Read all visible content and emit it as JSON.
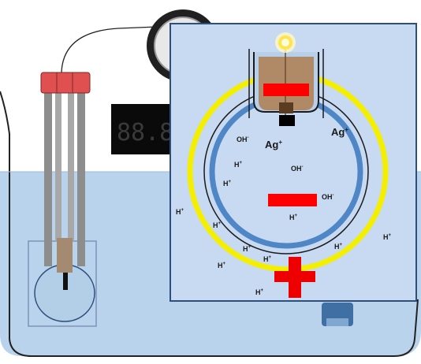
{
  "display": {
    "reading": "88.8"
  },
  "ions": {
    "silver": {
      "base": "Ag",
      "charge": "+"
    },
    "hydrogen": {
      "base": "H",
      "charge": "+"
    },
    "hydroxide": {
      "base": "OH",
      "charge": "-"
    }
  },
  "colors": {
    "water": "#b9d3ec",
    "panel": "#c7daf2",
    "membrane_ring": "#f4ee00",
    "inner_electrode": "#4f86c6",
    "negative_sign": "#ff0000",
    "positive_sign": "#ee0000",
    "electrode_cap": "#e05050",
    "bulb": "#fff176"
  },
  "icons": [
    "light-bulb-icon",
    "minus-sign-icon",
    "plus-sign-icon",
    "analog-meter-icon"
  ]
}
